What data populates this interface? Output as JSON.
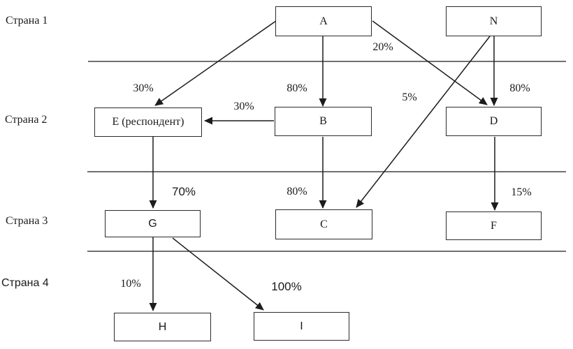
{
  "colors": {
    "background": "#ffffff",
    "arrow_line": "#1c1c1c",
    "divider_line": "#404040",
    "text": "#1a1a1a"
  },
  "rows": [
    {
      "label": "Страна 1"
    },
    {
      "label": "Страна 2"
    },
    {
      "label": "Страна 3"
    },
    {
      "label": "Страна 4"
    }
  ],
  "nodes": {
    "A": {
      "label": "A",
      "row": "Страна 1"
    },
    "N": {
      "label": "N",
      "row": "Страна 1"
    },
    "E": {
      "label": "Е (респондент)",
      "row": "Страна 2"
    },
    "B": {
      "label": "B",
      "row": "Страна 2"
    },
    "D": {
      "label": "D",
      "row": "Страна 2"
    },
    "G": {
      "label": "G",
      "row": "Страна 3"
    },
    "C": {
      "label": "C",
      "row": "Страна 3"
    },
    "F": {
      "label": "F",
      "row": "Страна 3"
    },
    "H": {
      "label": "H",
      "row": "Страна 4"
    },
    "I": {
      "label": "I",
      "row": "Страна 4"
    }
  },
  "edges": {
    "A_E": {
      "from": "A",
      "to": "E",
      "percent": "30%"
    },
    "A_B": {
      "from": "A",
      "to": "B",
      "percent": "80%"
    },
    "A_D": {
      "from": "A",
      "to": "D",
      "percent": "20%"
    },
    "N_D": {
      "from": "N",
      "to": "D",
      "percent": "80%"
    },
    "N_C": {
      "from": "N",
      "to": "C",
      "percent": "5%"
    },
    "B_E": {
      "from": "B",
      "to": "E",
      "percent": "30%"
    },
    "E_G": {
      "from": "E",
      "to": "G",
      "percent": "70%"
    },
    "B_C": {
      "from": "B",
      "to": "C",
      "percent": "80%"
    },
    "D_F": {
      "from": "D",
      "to": "F",
      "percent": "15%"
    },
    "G_H": {
      "from": "G",
      "to": "H",
      "percent": "10%"
    },
    "G_I": {
      "from": "G",
      "to": "I",
      "percent": "100%"
    }
  }
}
